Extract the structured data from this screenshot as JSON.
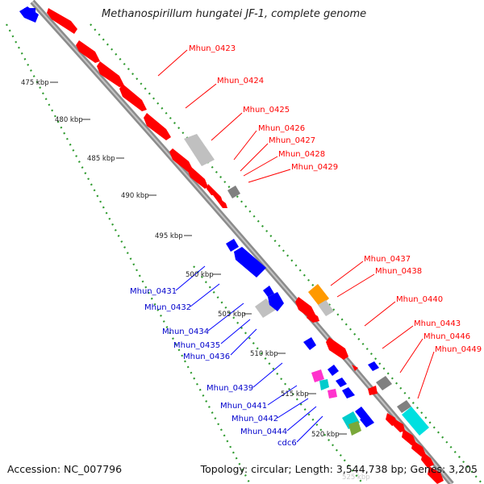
{
  "title": "Methanospirillum hungatei JF-1, complete genome",
  "footer": {
    "accession": "Accession: NC_007796",
    "summary": "Topology: circular; Length: 3,544,738 bp; Genes: 3,205"
  },
  "colors": {
    "forward": "#ff0000",
    "reverse": "#0000ff",
    "backbone": "#8c8c8c",
    "tick_dots": "#2e9a2e"
  },
  "ticks": [
    "475 kbp",
    "480 kbp",
    "485 kbp",
    "490 kbp",
    "495 kbp",
    "500 kbp",
    "505 kbp",
    "510 kbp",
    "515 kbp",
    "520 kbp",
    "525 kbp"
  ],
  "forward_labels": [
    "Mhun_0423",
    "Mhun_0424",
    "Mhun_0425",
    "Mhun_0426",
    "Mhun_0427",
    "Mhun_0428",
    "Mhun_0429",
    "Mhun_0437",
    "Mhun_0438",
    "Mhun_0440",
    "Mhun_0443",
    "Mhun_0446",
    "Mhun_0449"
  ],
  "reverse_labels": [
    "Mhun_0431",
    "Mhun_0432",
    "Mhun_0434",
    "Mhun_0435",
    "Mhun_0436",
    "Mhun_0439",
    "Mhun_0441",
    "Mhun_0442",
    "Mhun_0444",
    "cdc6"
  ]
}
